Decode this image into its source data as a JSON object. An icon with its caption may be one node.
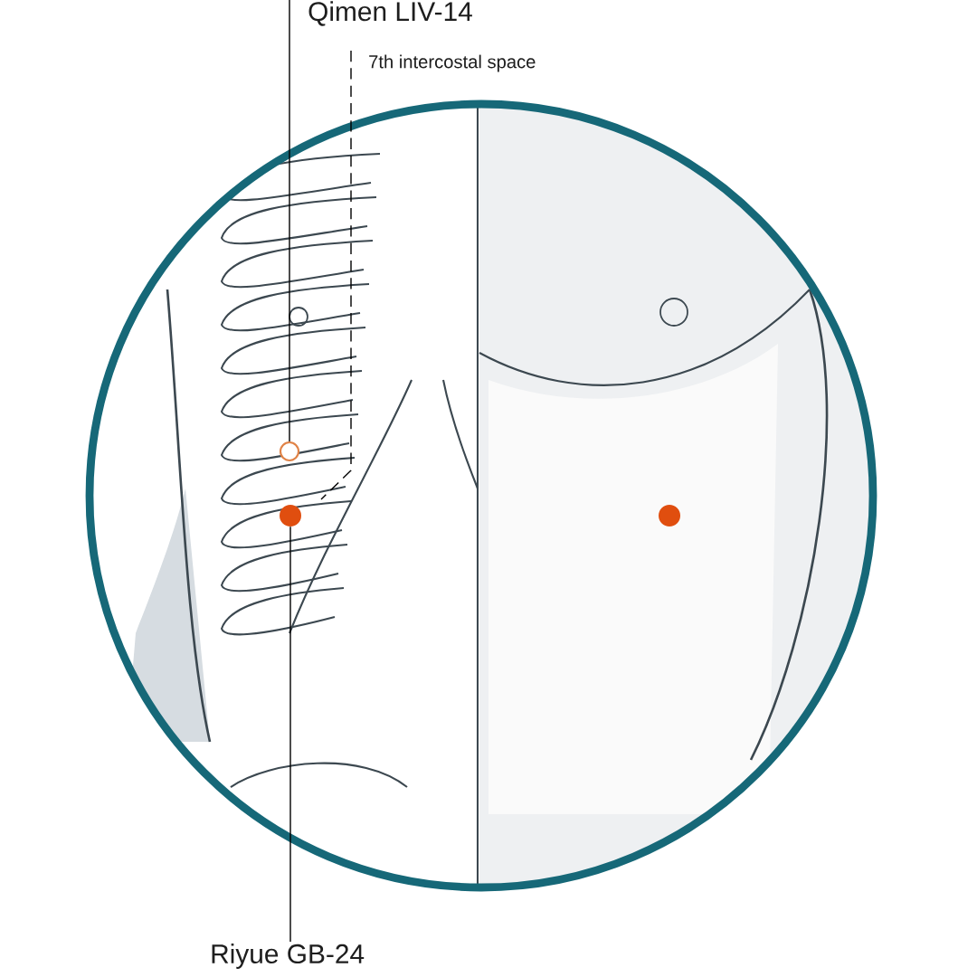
{
  "diagram": {
    "nodes": [
      {
        "text": [
          "Qimen LIV-14"
        ]
      },
      {
        "text": [
          "7th intercostal space"
        ]
      },
      {
        "text": [
          "Riyue GB-24"
        ]
      },
      {
        "text": [],
        "shape": "circle"
      },
      {
        "text": [],
        "shape": "circle"
      },
      {
        "text": [],
        "shape": "circle"
      }
    ],
    "edges": [
      {
        "from": 0,
        "to": 3,
        "arrow": "none"
      },
      {
        "from": 1,
        "to": null,
        "arrow": "none",
        "style": "dashed"
      },
      {
        "from": 4,
        "to": 2,
        "arrow": "none"
      }
    ]
  }
}
